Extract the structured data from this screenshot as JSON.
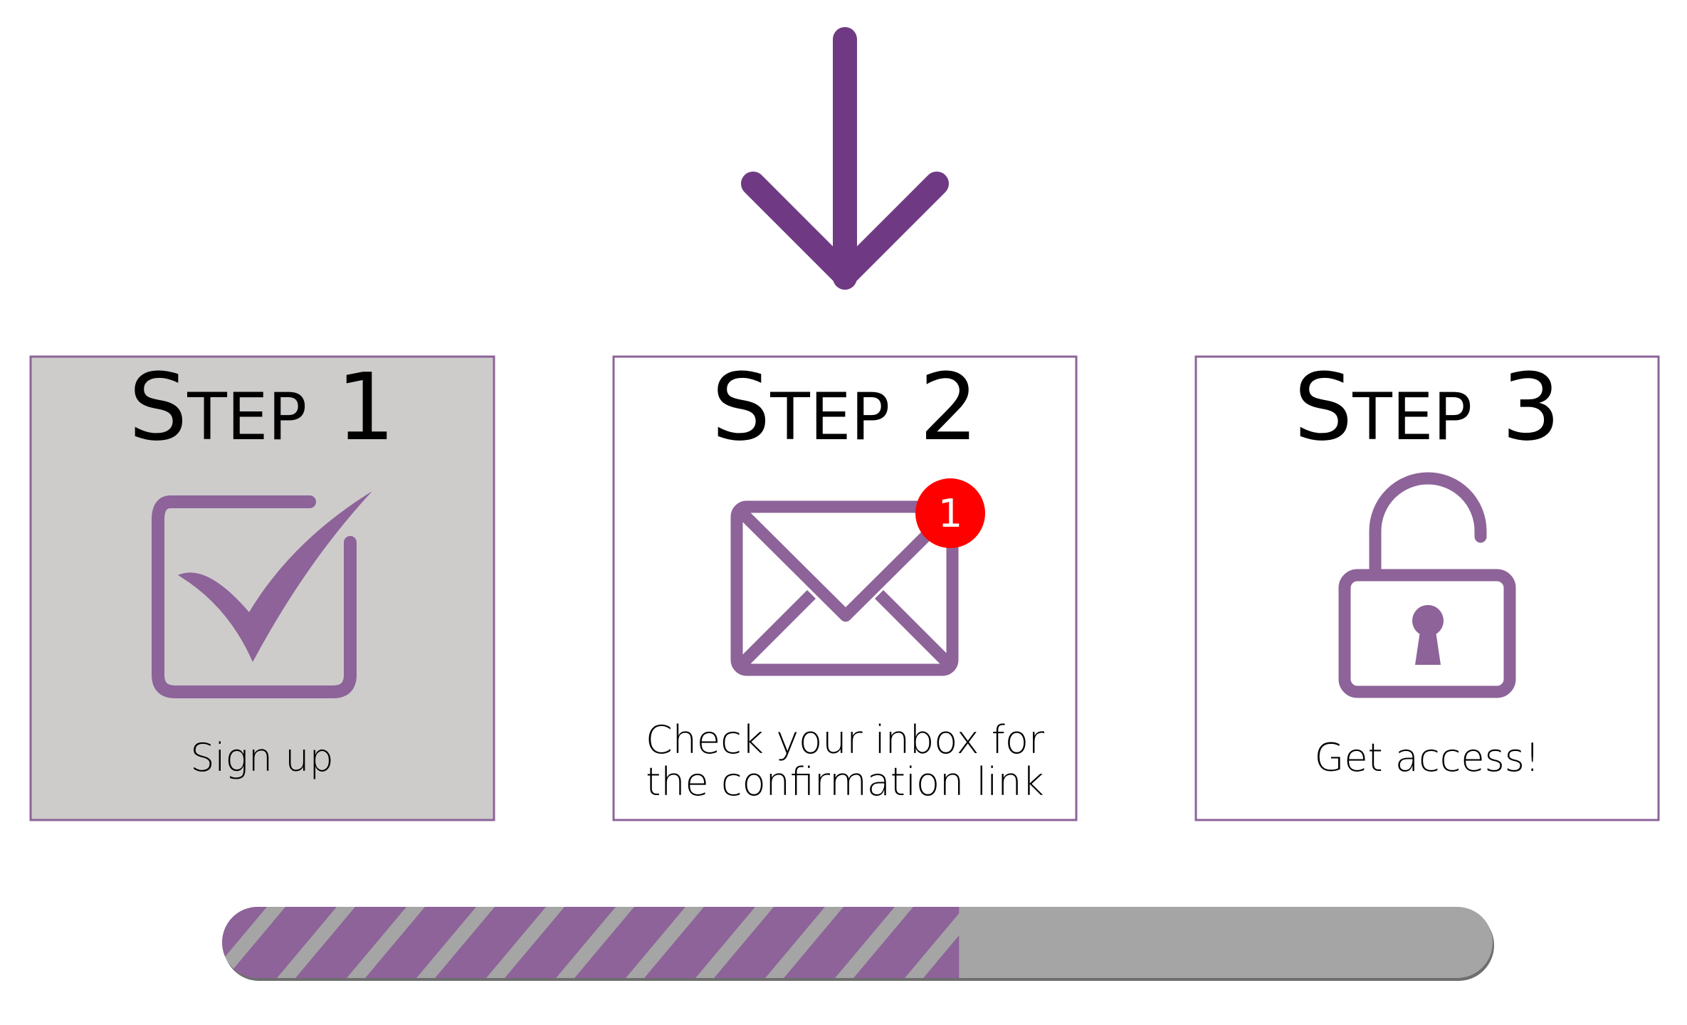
{
  "colors": {
    "accent": "#8d6399",
    "arrow": "#6f3a83",
    "active_bg": "#cdcccb",
    "badge": "#ff0000",
    "track": "#a5a5a5"
  },
  "steps": [
    {
      "title": "Step 1",
      "caption_lines": [
        "Sign up"
      ],
      "icon": "checkbox-icon",
      "active": true
    },
    {
      "title": "Step 2",
      "caption_lines": [
        "Check your inbox for",
        "the confirmation link"
      ],
      "icon": "envelope-icon",
      "badge": "1",
      "active": false
    },
    {
      "title": "Step 3",
      "caption_lines": [
        "Get access!"
      ],
      "icon": "unlocked-padlock-icon",
      "active": false
    }
  ],
  "current_step_indicator": "arrow-down-icon",
  "progress": {
    "fraction": 0.58
  }
}
